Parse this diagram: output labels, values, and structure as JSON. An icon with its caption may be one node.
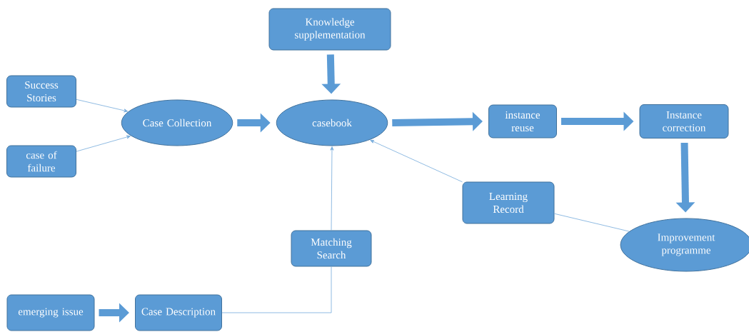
{
  "diagram": {
    "nodes": [
      {
        "text": [
          "Knowledge supplementation"
        ]
      },
      {
        "text": [
          "Success Stories"
        ]
      },
      {
        "text": [
          "Case Collection"
        ]
      },
      {
        "text": [
          "casebook"
        ]
      },
      {
        "text": [
          "instance reuse"
        ]
      },
      {
        "text": [
          "Instance correction"
        ]
      },
      {
        "text": [
          "case of failure"
        ]
      },
      {
        "text": [
          "Learning Record"
        ]
      },
      {
        "text": [
          "Matching Search"
        ]
      },
      {
        "text": [
          "Improvement programme"
        ]
      },
      {
        "text": [
          "emerging issue"
        ]
      },
      {
        "text": [
          "Case Description"
        ]
      }
    ],
    "edges": [
      {
        "from": 0,
        "to": 3,
        "arrow": "to",
        "style": "thick"
      },
      {
        "from": 1,
        "to": 2,
        "arrow": "to"
      },
      {
        "from": 6,
        "to": 2,
        "arrow": "to"
      },
      {
        "from": 2,
        "to": 3,
        "arrow": "to",
        "style": "thick"
      },
      {
        "from": 3,
        "to": 4,
        "arrow": "to",
        "style": "thick"
      },
      {
        "from": 4,
        "to": 5,
        "arrow": "to",
        "style": "thick"
      },
      {
        "from": 5,
        "to": 9,
        "arrow": "to",
        "style": "thick"
      },
      {
        "from": 9,
        "to": 7,
        "arrow": "none"
      },
      {
        "from": 7,
        "to": 3,
        "arrow": "to"
      },
      {
        "from": 11,
        "to": 8,
        "arrow": "none"
      },
      {
        "from": 8,
        "to": 3,
        "arrow": "to"
      },
      {
        "from": 10,
        "to": 11,
        "arrow": "to",
        "style": "thick"
      }
    ]
  }
}
